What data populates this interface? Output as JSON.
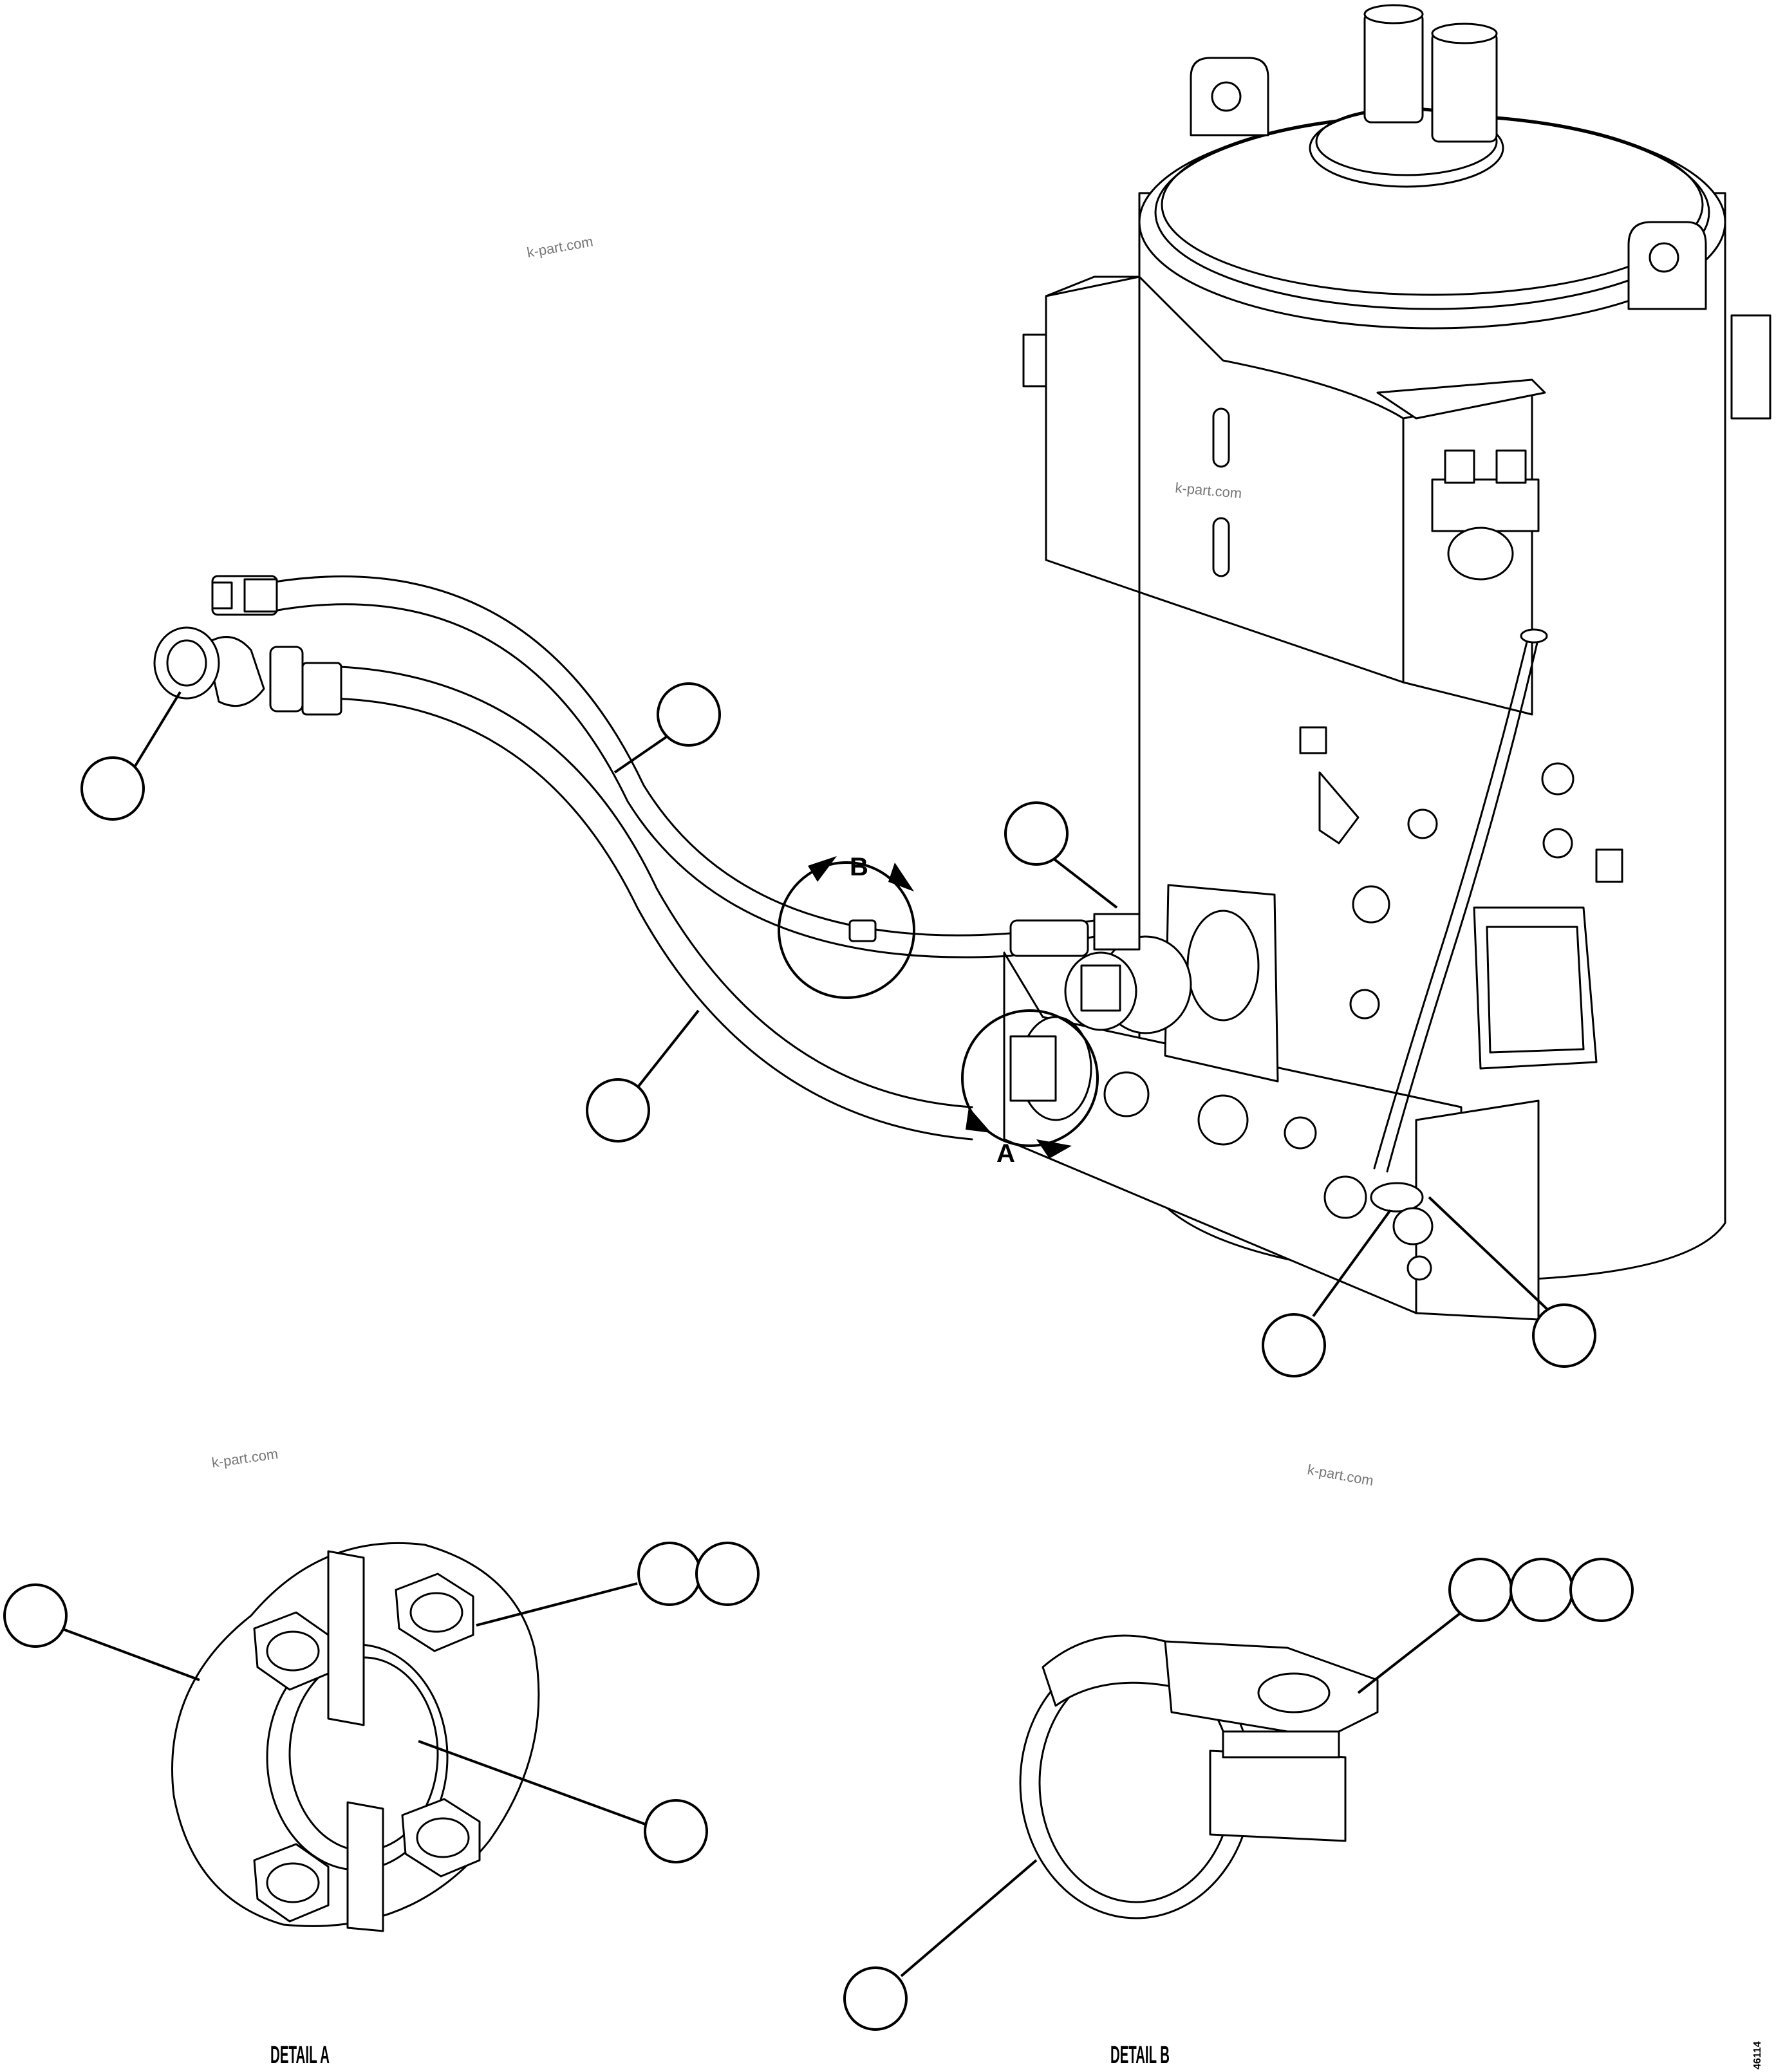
{
  "watermarks": [
    "k-part.com",
    "k-part.com",
    "k-part.com",
    "k-part.com"
  ],
  "view_markers": {
    "a": "A",
    "b": "B"
  },
  "details": {
    "a": "DETAIL A",
    "b": "DETAIL B"
  },
  "figure_number": "46114",
  "icons": [
    "hose-assembly-icon",
    "flange-clamp-icon",
    "hose-clamp-icon",
    "tank-icon"
  ]
}
